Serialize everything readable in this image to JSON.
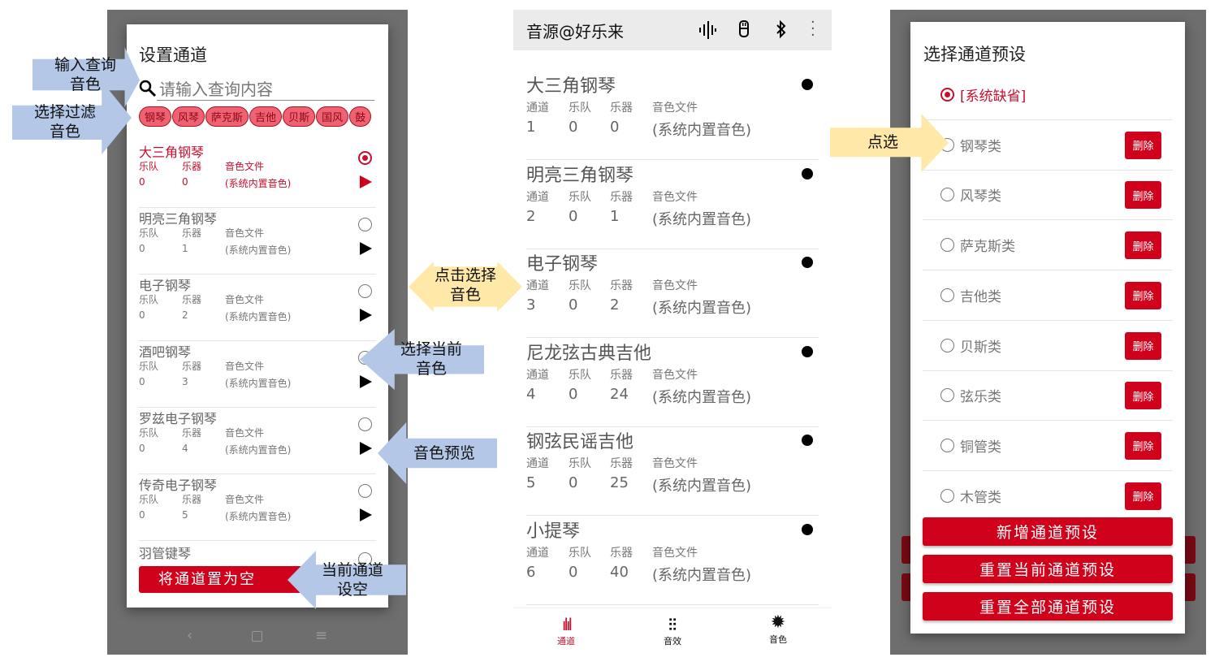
{
  "left": {
    "dialog_title": "设置通道",
    "search_placeholder": "请输入查询内容",
    "chips": [
      "钢琴",
      "风琴",
      "萨克斯",
      "吉他",
      "贝斯",
      "国风",
      "鼓"
    ],
    "labels": [
      "乐队",
      "乐器",
      "音色文件"
    ],
    "items": [
      {
        "name": "大三角钢琴",
        "band": "0",
        "inst": "0",
        "file": "(系统内置音色)",
        "selected": true
      },
      {
        "name": "明亮三角钢琴",
        "band": "0",
        "inst": "1",
        "file": "(系统内置音色)"
      },
      {
        "name": "电子钢琴",
        "band": "0",
        "inst": "2",
        "file": "(系统内置音色)"
      },
      {
        "name": "酒吧钢琴",
        "band": "0",
        "inst": "3",
        "file": "(系统内置音色)"
      },
      {
        "name": "罗兹电子钢琴",
        "band": "0",
        "inst": "4",
        "file": "(系统内置音色)"
      },
      {
        "name": "传奇电子钢琴",
        "band": "0",
        "inst": "5",
        "file": "(系统内置音色)"
      }
    ],
    "last_item": "羽管键琴",
    "clear_button": "将通道置为空"
  },
  "middle": {
    "title": "音源@好乐来",
    "labels": [
      "通道",
      "乐队",
      "乐器",
      "音色文件"
    ],
    "items": [
      {
        "name": "大三角钢琴",
        "ch": "1",
        "band": "0",
        "inst": "0",
        "file": "(系统内置音色)"
      },
      {
        "name": "明亮三角钢琴",
        "ch": "2",
        "band": "0",
        "inst": "1",
        "file": "(系统内置音色)"
      },
      {
        "name": "电子钢琴",
        "ch": "3",
        "band": "0",
        "inst": "2",
        "file": "(系统内置音色)"
      },
      {
        "name": "尼龙弦古典吉他",
        "ch": "4",
        "band": "0",
        "inst": "24",
        "file": "(系统内置音色)"
      },
      {
        "name": "钢弦民谣吉他",
        "ch": "5",
        "band": "0",
        "inst": "25",
        "file": "(系统内置音色)"
      },
      {
        "name": "小提琴",
        "ch": "6",
        "band": "0",
        "inst": "40",
        "file": "(系统内置音色)"
      }
    ],
    "nav": [
      "通道",
      "音效",
      "音色"
    ]
  },
  "right": {
    "dialog_title": "选择通道预设",
    "presets": [
      "[系统缺省]",
      "钢琴类",
      "风琴类",
      "萨克斯类",
      "吉他类",
      "贝斯类",
      "弦乐类",
      "铜管类",
      "木管类"
    ],
    "delete_label": "删除",
    "buttons": [
      "新增通道预设",
      "重置当前通道预设",
      "重置全部通道预设"
    ]
  },
  "annotations": {
    "search": "输入查询\n音色",
    "filter": "选择过滤\n音色",
    "tap": "点击选择\n音色",
    "select": "选择当前\n音色",
    "preview": "音色预览",
    "clear": "当前通道\n设空",
    "pick": "点选"
  },
  "colors": {
    "accent": "#d0021b",
    "arrow_blue": "#b4c7e7",
    "arrow_yellow": "#ffe8a8"
  }
}
